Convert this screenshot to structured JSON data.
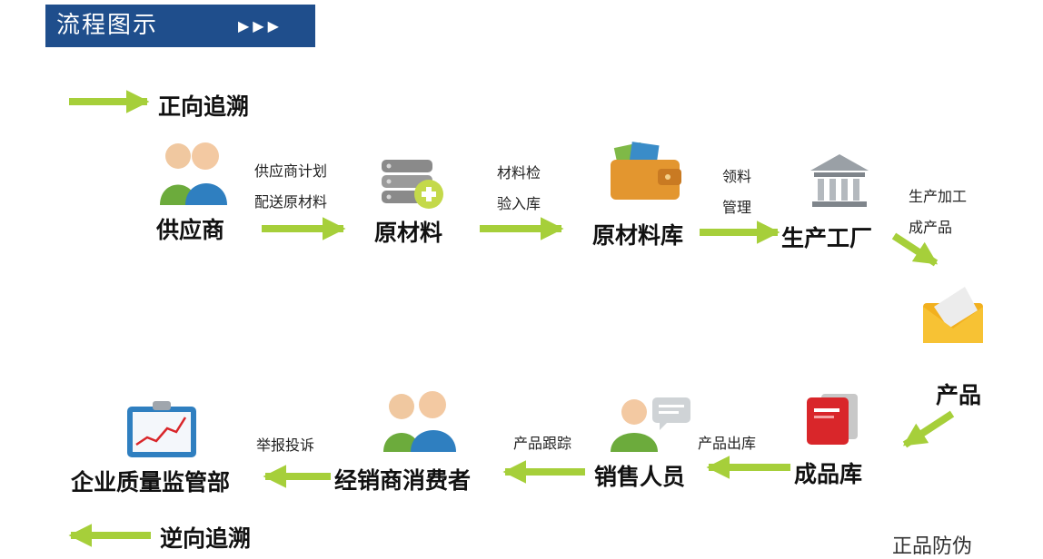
{
  "header": {
    "title": "流程图示",
    "arrows": "▶▶▶"
  },
  "legend": {
    "forward": "正向追溯",
    "reverse": "逆向追溯"
  },
  "nodes": {
    "supplier": "供应商",
    "raw_material": "原材料",
    "raw_warehouse": "原材料库",
    "factory": "生产工厂",
    "product": "产品",
    "finished_warehouse": "成品库",
    "sales": "销售人员",
    "dealer_consumer": "经销商消费者",
    "regulator": "企业质量监管部"
  },
  "edges": {
    "e1": [
      "供应商计划",
      "配送原材料"
    ],
    "e2": [
      "材料检",
      "验入库"
    ],
    "e3": [
      "领料",
      "管理"
    ],
    "e4": [
      "生产加工",
      "成产品"
    ],
    "e5": [
      "产品出库"
    ],
    "e6": [
      "产品跟踪"
    ],
    "e7": [
      "举报投诉"
    ]
  },
  "footer": "正品防伪",
  "colors": {
    "header_bg": "#1f4e8c",
    "arrow": "#a6cf3a"
  },
  "icons": {
    "supplier": "users-icon",
    "raw_material": "database-add-icon",
    "raw_warehouse": "wallet-icon",
    "factory": "bank-icon",
    "product": "envelope-icon",
    "finished_warehouse": "red-box-icon",
    "sales": "user-chat-icon",
    "dealer_consumer": "users-icon",
    "regulator": "chart-clipboard-icon"
  }
}
